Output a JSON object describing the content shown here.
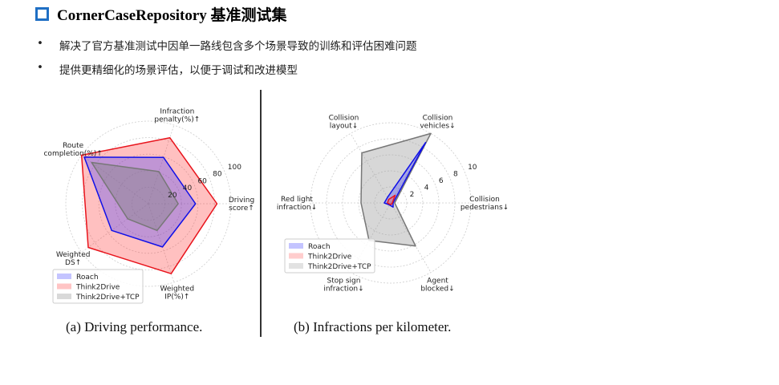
{
  "header": {
    "title": "CornerCaseRepository 基准测试集",
    "icon": "square-bullet-icon",
    "accent": "#1f6fc4"
  },
  "bullets": [
    "解决了官方基准测试中因单一路线包含多个场景导致的训练和评估困难问题",
    "提供更精细化的场景评估，以便于调试和改进模型"
  ],
  "chart_data": [
    {
      "type": "radar",
      "caption": "(a) Driving performance.",
      "axes": [
        [
          "Driving",
          "score↑"
        ],
        [
          "Infraction",
          "penalty(%)↑"
        ],
        [
          "Route",
          "completion(%)↑"
        ],
        [
          "Weighted",
          "DS↑"
        ],
        [
          "Weighted",
          "IP(%)↑"
        ]
      ],
      "rlim": [
        0,
        100
      ],
      "ticks": [
        20,
        40,
        60,
        80,
        100
      ],
      "grid": true,
      "legend": "bottom-left",
      "series": [
        {
          "name": "Think2Drive",
          "color": "#e8141c",
          "fill": "rgba(255,60,60,0.32)",
          "values": [
            83,
            84,
            100,
            90,
            89
          ]
        },
        {
          "name": "Roach",
          "color": "#1010e8",
          "fill": "rgba(60,60,255,0.32)",
          "values": [
            57,
            59,
            96,
            55,
            55
          ]
        },
        {
          "name": "Think2Drive+TCP",
          "color": "#777777",
          "fill": "rgba(130,130,130,0.42)",
          "values": [
            36,
            41,
            85,
            31,
            34
          ]
        }
      ],
      "legend_order": [
        "Roach",
        "Think2Drive",
        "Think2Drive+TCP"
      ]
    },
    {
      "type": "radar",
      "caption": "(b) Infractions per kilometer.",
      "axes": [
        [
          "Collision",
          "pedestrians↓"
        ],
        [
          "Collision",
          "vehicles↓"
        ],
        [
          "Collision",
          "layout↓"
        ],
        [
          "Red light",
          "infraction↓"
        ],
        [
          "Stop sign",
          "infraction↓"
        ],
        [
          "Agent",
          "blocked↓"
        ]
      ],
      "rlim": [
        0,
        10
      ],
      "ticks": [
        2,
        4,
        6,
        8,
        10
      ],
      "grid": true,
      "legend": "bottom-left",
      "series": [
        {
          "name": "Think2Drive+TCP",
          "color": "#777777",
          "fill": "rgba(160,160,160,0.42)",
          "values": [
            0.5,
            10,
            7.2,
            3.7,
            5.4,
            6.2
          ]
        },
        {
          "name": "Roach",
          "color": "#1010e8",
          "fill": "rgba(60,60,255,0.32)",
          "values": [
            0.3,
            8.7,
            0.8,
            0.8,
            0.3,
            0.6
          ]
        },
        {
          "name": "Think2Drive",
          "color": "#e8141c",
          "fill": "rgba(255,90,90,0.4)",
          "values": [
            0.2,
            1.1,
            0.5,
            0.4,
            0.2,
            0.2
          ]
        }
      ],
      "legend_order": [
        "Roach",
        "Think2Drive",
        "Think2Drive+TCP"
      ]
    }
  ]
}
